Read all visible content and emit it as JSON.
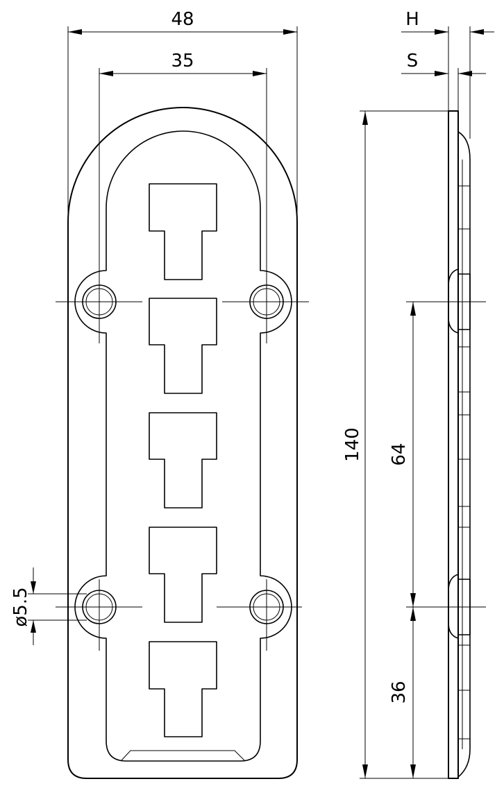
{
  "dimensions": {
    "plate_width": "48",
    "hole_spacing_horizontal": "35",
    "thickness_h": "H",
    "thickness_s": "S",
    "total_length": "140",
    "hole_spacing_vertical": "64",
    "bottom_hole_offset": "36",
    "hole_diameter": "ø5.5"
  },
  "colors": {
    "line": "#000000",
    "background": "#ffffff"
  }
}
